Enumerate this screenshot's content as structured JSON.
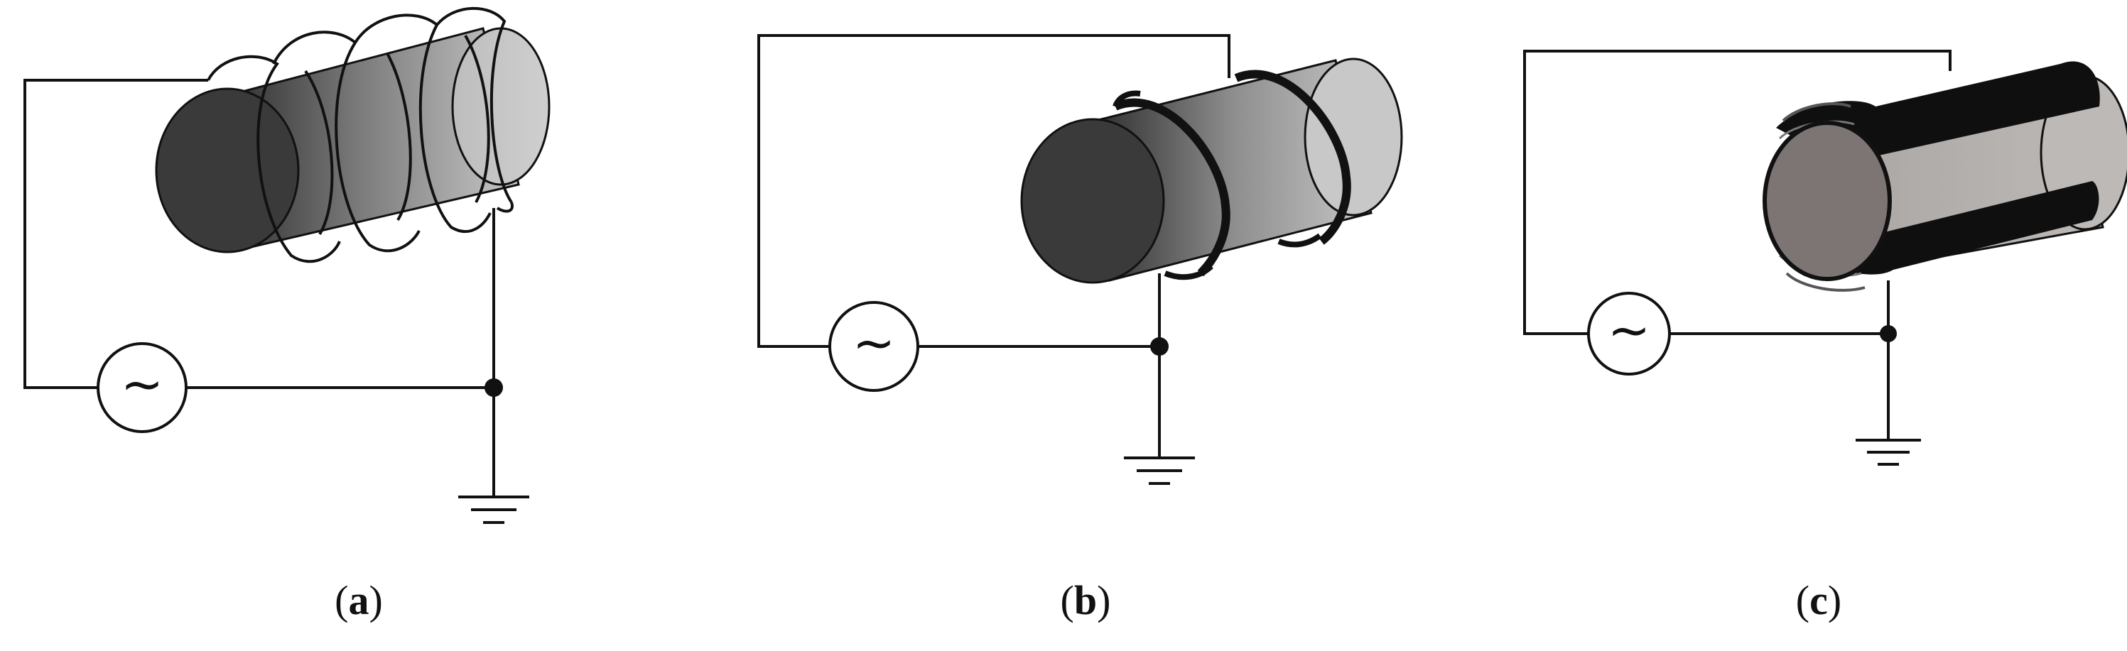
{
  "panels": [
    {
      "id": "a",
      "label_open": "(",
      "label_letter": "a",
      "label_close": ")",
      "excitation": "helical coil"
    },
    {
      "id": "b",
      "label_open": "(",
      "label_letter": "b",
      "label_close": ")",
      "excitation": "ring electrodes"
    },
    {
      "id": "c",
      "label_open": "(",
      "label_letter": "c",
      "label_close": ")",
      "excitation": "plate electrodes"
    }
  ],
  "source_symbol": "~",
  "colors": {
    "line": "#111111",
    "cylinder_dark": "#3a3a3a",
    "cylinder_light": "#c4c4c4",
    "cylinder_face_c": "#7d7474",
    "cylinder_body_c": "#b6b2b0",
    "electrode": "#111111"
  },
  "icons": [
    "ac-source-icon",
    "ground-icon",
    "junction-dot-icon"
  ]
}
